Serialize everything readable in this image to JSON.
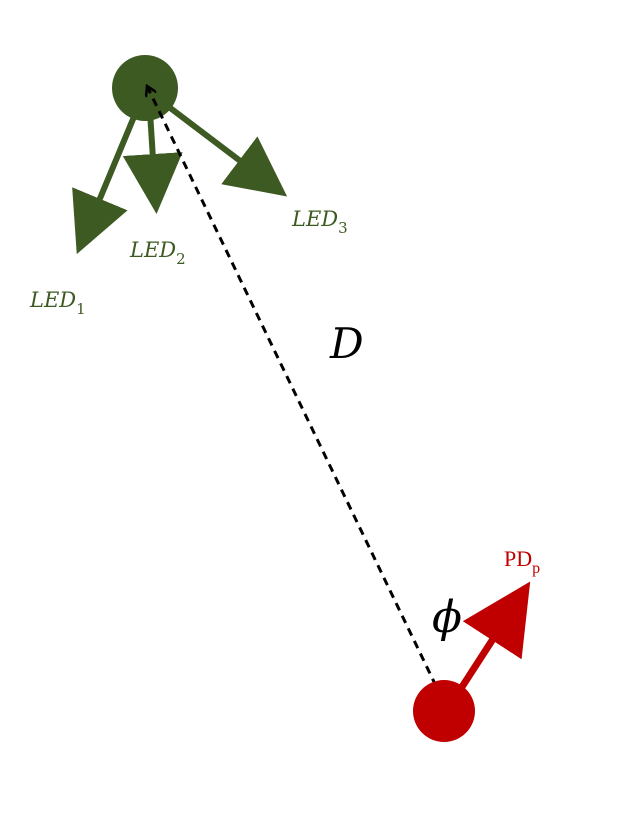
{
  "colors": {
    "led_green": "#3d5a22",
    "pd_red": "#c00000",
    "line_black": "#000000",
    "background": "#ffffff"
  },
  "led_node": {
    "name": "led-source"
  },
  "pd_node": {
    "name": "photodiode"
  },
  "labels": {
    "led1_main": "LED",
    "led1_sub": "1",
    "led2_main": "LED",
    "led2_sub": "2",
    "led3_main": "LED",
    "led3_sub": "3",
    "distance": "D",
    "angle": "ϕ",
    "pd_main": "PD",
    "pd_sub": "p"
  },
  "icons": {
    "led_arrow": "arrow-icon",
    "pd_arrow": "arrow-icon"
  }
}
